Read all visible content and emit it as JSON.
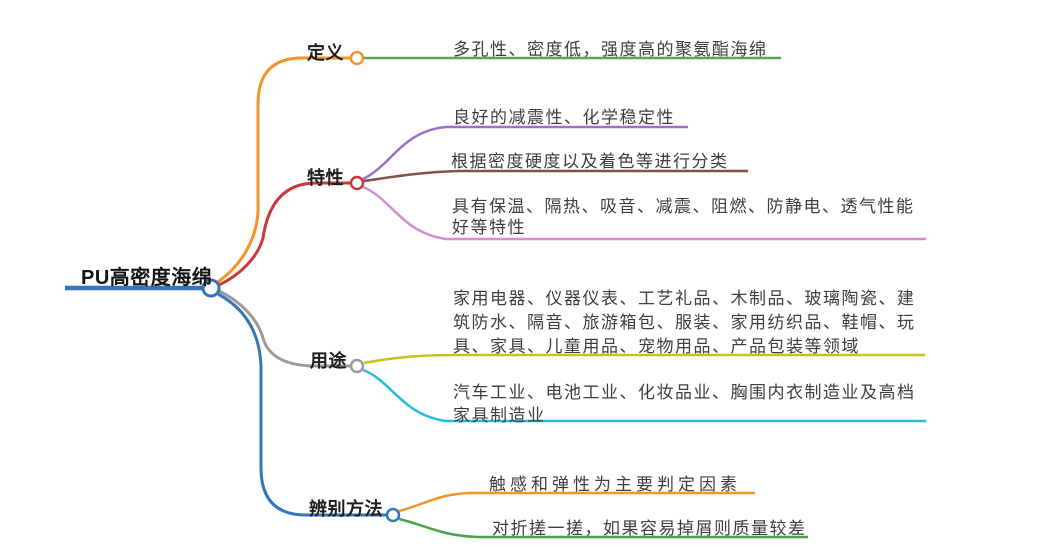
{
  "canvas": {
    "background": "#ffffff",
    "text_color": "#3e3e3e"
  },
  "root": {
    "label": "PU高密度海绵",
    "color": "#3377bb"
  },
  "branches": [
    {
      "id": "definition",
      "label": "定义",
      "color": "#f2952b",
      "children": [
        {
          "text": "多孔性、密度低，强度高的聚氨酯海绵",
          "color": "#56a559"
        }
      ]
    },
    {
      "id": "characteristics",
      "label": "特性",
      "color": "#c83a3a",
      "children": [
        {
          "text": "良好的减震性、化学稳定性",
          "color": "#9a70cc"
        },
        {
          "text": "根据密度硬度以及着色等进行分类",
          "color": "#845149"
        },
        {
          "text": "具有保温、隔热、吸音、减震、阻燃、防静电、透气性能好等特性",
          "color": "#d98bd1"
        }
      ]
    },
    {
      "id": "uses",
      "label": "用途",
      "color": "#9b9b9b",
      "children": [
        {
          "text": "家用电器、仪器仪表、工艺礼品、木制品、玻璃陶瓷、建筑防水、隔音、旅游箱包、服装、家用纺织品、鞋帽、玩具、家具、儿童用品、宠物用品、产品包装等领域",
          "color": "#c8c024"
        },
        {
          "text": "汽车工业、电池工业、化妆品业、胸围内衣制造业及高档家具制造业",
          "color": "#2bbcd9"
        }
      ]
    },
    {
      "id": "identification",
      "label": "辨别方法",
      "color": "#3377bb",
      "children": [
        {
          "text": "触感和弹性为主要判定因素",
          "color": "#f2952b"
        },
        {
          "text": "对折搓一搓，如果容易掉屑则质量较差",
          "color": "#4ca24e"
        }
      ]
    }
  ]
}
